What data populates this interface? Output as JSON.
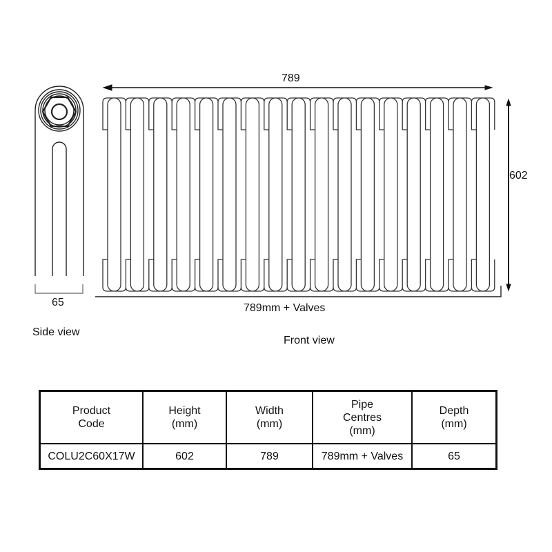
{
  "side_view": {
    "title": "Side view",
    "depth_label": "65"
  },
  "front_view": {
    "title": "Front view",
    "width_label": "789",
    "height_label": "602",
    "pipe_centres_label": "789mm + Valves",
    "column_count": 17
  },
  "spec_table": {
    "headers": {
      "product_code": [
        "Product",
        "Code"
      ],
      "height": [
        "Height",
        "(mm)"
      ],
      "width": [
        "Width",
        "(mm)"
      ],
      "pipe_centres": [
        "Pipe",
        "Centres",
        "(mm)"
      ],
      "depth": [
        "Depth",
        "(mm)"
      ]
    },
    "row": {
      "product_code": "COLU2C60X17W",
      "height": "602",
      "width": "789",
      "pipe_centres": "789mm + Valves",
      "depth": "65"
    }
  }
}
